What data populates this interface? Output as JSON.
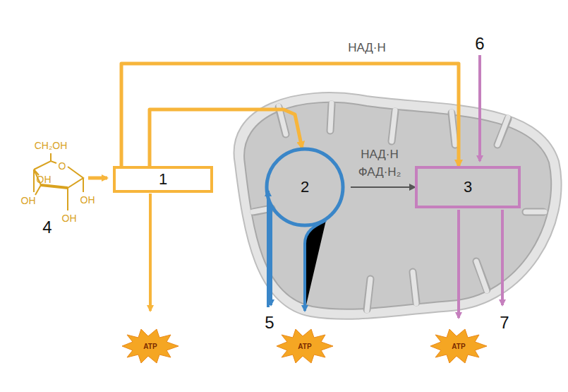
{
  "diagram": {
    "nodes": [
      {
        "text": [
          "1"
        ]
      },
      {
        "text": [
          "2"
        ]
      },
      {
        "text": [
          "3"
        ]
      }
    ],
    "edges": [
      {
        "from": 0,
        "to": 2,
        "arrow": "to",
        "label": "НАД·Н"
      },
      {
        "from": 0,
        "to": 1,
        "arrow": "to"
      },
      {
        "from": 1,
        "to": 2,
        "arrow": "to",
        "label": "НАД·Н ФАД·Н₂"
      }
    ],
    "labels": [
      "6",
      "CH₂OH",
      "O",
      "OH",
      "OH",
      "OH",
      "OH",
      "4",
      "5",
      "7",
      "ATP",
      "ATP",
      "ATP"
    ]
  }
}
